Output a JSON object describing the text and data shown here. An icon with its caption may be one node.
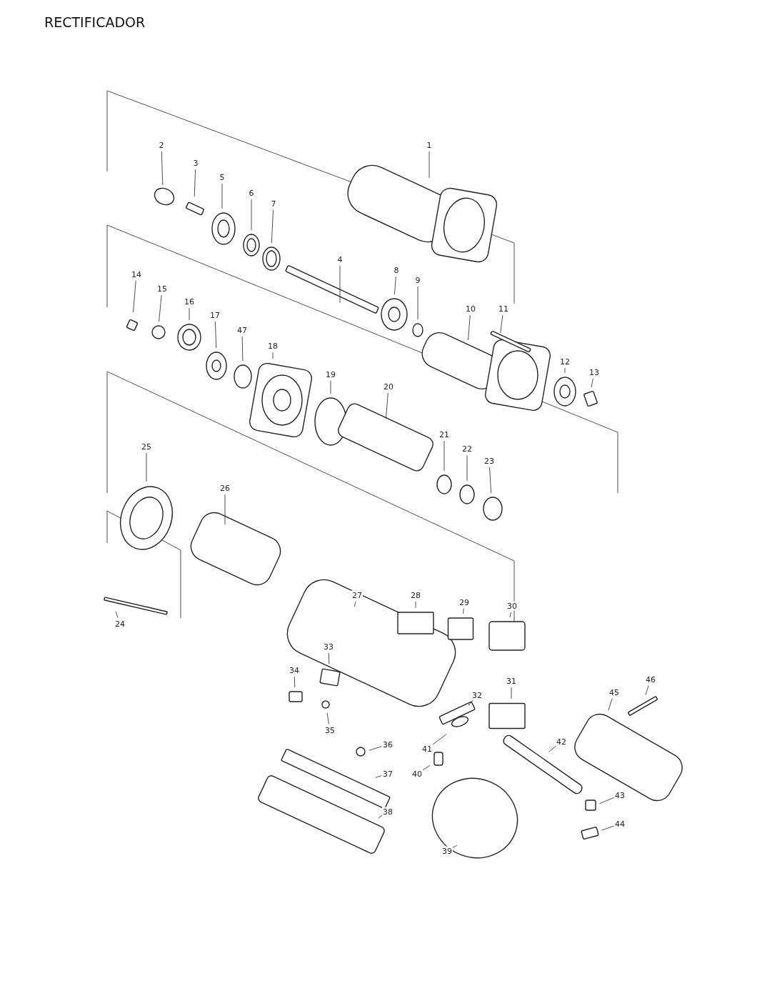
{
  "diagram": {
    "title": "RECTIFICADOR",
    "nodes": [
      {
        "text": [
          "1"
        ]
      },
      {
        "text": [
          "2"
        ]
      },
      {
        "text": [
          "3"
        ]
      },
      {
        "text": [
          "4"
        ]
      },
      {
        "text": [
          "5"
        ]
      },
      {
        "text": [
          "6"
        ]
      },
      {
        "text": [
          "7"
        ]
      },
      {
        "text": [
          "8"
        ]
      },
      {
        "text": [
          "9"
        ]
      },
      {
        "text": [
          "10"
        ]
      },
      {
        "text": [
          "11"
        ]
      },
      {
        "text": [
          "12"
        ]
      },
      {
        "text": [
          "13"
        ]
      },
      {
        "text": [
          "14"
        ]
      },
      {
        "text": [
          "15"
        ]
      },
      {
        "text": [
          "16"
        ]
      },
      {
        "text": [
          "17"
        ]
      },
      {
        "text": [
          "18"
        ]
      },
      {
        "text": [
          "19"
        ]
      },
      {
        "text": [
          "20"
        ]
      },
      {
        "text": [
          "21"
        ]
      },
      {
        "text": [
          "22"
        ]
      },
      {
        "text": [
          "23"
        ]
      },
      {
        "text": [
          "24"
        ]
      },
      {
        "text": [
          "25"
        ]
      },
      {
        "text": [
          "26"
        ]
      },
      {
        "text": [
          "27"
        ]
      },
      {
        "text": [
          "28"
        ]
      },
      {
        "text": [
          "29"
        ]
      },
      {
        "text": [
          "30"
        ]
      },
      {
        "text": [
          "31"
        ]
      },
      {
        "text": [
          "32"
        ]
      },
      {
        "text": [
          "33"
        ]
      },
      {
        "text": [
          "34"
        ]
      },
      {
        "text": [
          "35"
        ]
      },
      {
        "text": [
          "36"
        ]
      },
      {
        "text": [
          "37"
        ]
      },
      {
        "text": [
          "38"
        ]
      },
      {
        "text": [
          "39"
        ]
      },
      {
        "text": [
          "40"
        ]
      },
      {
        "text": [
          "41"
        ]
      },
      {
        "text": [
          "42"
        ]
      },
      {
        "text": [
          "43"
        ]
      },
      {
        "text": [
          "44"
        ]
      },
      {
        "text": [
          "45"
        ]
      },
      {
        "text": [
          "46"
        ]
      },
      {
        "text": [
          "47"
        ]
      }
    ],
    "edges": [
      {
        "from": 0,
        "to": null,
        "arrow": "none"
      },
      {
        "from": 1,
        "to": null,
        "arrow": "none"
      },
      {
        "from": 2,
        "to": null,
        "arrow": "none"
      },
      {
        "from": 3,
        "to": null,
        "arrow": "none"
      },
      {
        "from": 4,
        "to": null,
        "arrow": "none"
      },
      {
        "from": 5,
        "to": null,
        "arrow": "none"
      },
      {
        "from": 6,
        "to": null,
        "arrow": "none"
      },
      {
        "from": 7,
        "to": null,
        "arrow": "none"
      },
      {
        "from": 8,
        "to": null,
        "arrow": "none"
      },
      {
        "from": 9,
        "to": null,
        "arrow": "none"
      },
      {
        "from": 10,
        "to": null,
        "arrow": "none"
      },
      {
        "from": 11,
        "to": null,
        "arrow": "none"
      },
      {
        "from": 12,
        "to": null,
        "arrow": "none"
      },
      {
        "from": 13,
        "to": null,
        "arrow": "none"
      },
      {
        "from": 14,
        "to": null,
        "arrow": "none"
      },
      {
        "from": 15,
        "to": null,
        "arrow": "none"
      },
      {
        "from": 16,
        "to": null,
        "arrow": "none"
      },
      {
        "from": 17,
        "to": null,
        "arrow": "none"
      },
      {
        "from": 18,
        "to": null,
        "arrow": "none"
      },
      {
        "from": 19,
        "to": null,
        "arrow": "none"
      },
      {
        "from": 20,
        "to": null,
        "arrow": "none"
      },
      {
        "from": 21,
        "to": null,
        "arrow": "none"
      },
      {
        "from": 22,
        "to": null,
        "arrow": "none"
      },
      {
        "from": 23,
        "to": null,
        "arrow": "none"
      },
      {
        "from": 24,
        "to": null,
        "arrow": "none"
      },
      {
        "from": 25,
        "to": null,
        "arrow": "none"
      },
      {
        "from": 26,
        "to": null,
        "arrow": "none"
      },
      {
        "from": 27,
        "to": null,
        "arrow": "none"
      },
      {
        "from": 28,
        "to": null,
        "arrow": "none"
      },
      {
        "from": 29,
        "to": null,
        "arrow": "none"
      },
      {
        "from": 30,
        "to": null,
        "arrow": "none"
      },
      {
        "from": 31,
        "to": null,
        "arrow": "none"
      },
      {
        "from": 32,
        "to": null,
        "arrow": "none"
      },
      {
        "from": 33,
        "to": null,
        "arrow": "none"
      },
      {
        "from": 34,
        "to": null,
        "arrow": "none"
      },
      {
        "from": 35,
        "to": null,
        "arrow": "none"
      },
      {
        "from": 36,
        "to": null,
        "arrow": "none"
      },
      {
        "from": 37,
        "to": null,
        "arrow": "none"
      },
      {
        "from": 38,
        "to": null,
        "arrow": "none"
      },
      {
        "from": 39,
        "to": null,
        "arrow": "none"
      },
      {
        "from": 40,
        "to": null,
        "arrow": "none"
      },
      {
        "from": 41,
        "to": null,
        "arrow": "none"
      },
      {
        "from": 42,
        "to": null,
        "arrow": "none"
      },
      {
        "from": 43,
        "to": null,
        "arrow": "none"
      },
      {
        "from": 44,
        "to": null,
        "arrow": "none"
      },
      {
        "from": 45,
        "to": null,
        "arrow": "none"
      },
      {
        "from": 46,
        "to": null,
        "arrow": "none"
      }
    ]
  }
}
